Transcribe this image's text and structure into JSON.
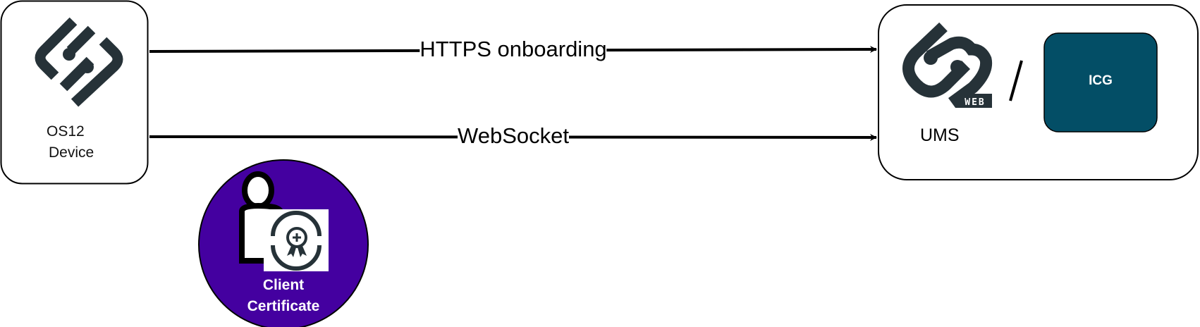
{
  "nodes": {
    "device": {
      "line1": "OS12",
      "line2": "Device"
    },
    "ums": {
      "label": "UMS",
      "badge": "WEB",
      "separator": "/"
    },
    "icg": {
      "label": "ICG",
      "fill": "#034e66"
    },
    "certificate": {
      "line1": "Client",
      "line2": "Certificate",
      "fill": "#4400a0"
    }
  },
  "edges": [
    {
      "label": "HTTPS onboarding",
      "from": "device",
      "to": "ums"
    },
    {
      "label": "WebSocket",
      "from": "device",
      "to": "ums"
    }
  ],
  "colors": {
    "logo": "#263238",
    "stroke": "#000000"
  }
}
